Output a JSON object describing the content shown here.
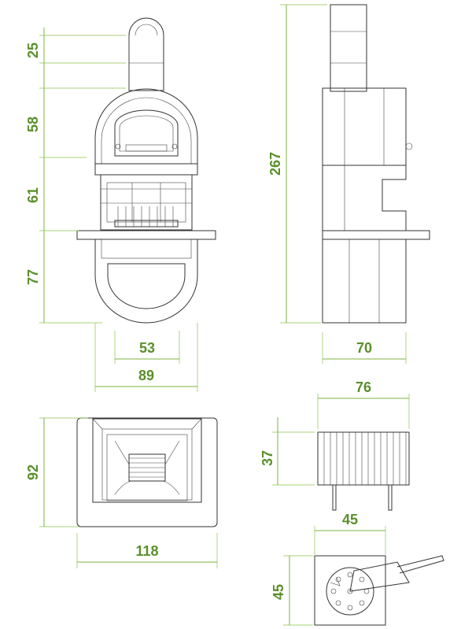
{
  "colors": {
    "dimension": "#7cb342",
    "label": "#5a8f2a",
    "line": "#333333",
    "background": "#ffffff"
  },
  "dimensions": {
    "front_chimney": "25",
    "front_oven": "58",
    "front_grill": "61",
    "front_base": "77",
    "front_inner_width": "53",
    "front_width": "89",
    "side_height": "267",
    "side_depth": "70",
    "top_depth": "92",
    "top_width": "118",
    "spit_width": "76",
    "spit_height": "37",
    "rotisserie_width": "45",
    "rotisserie_height": "45"
  }
}
